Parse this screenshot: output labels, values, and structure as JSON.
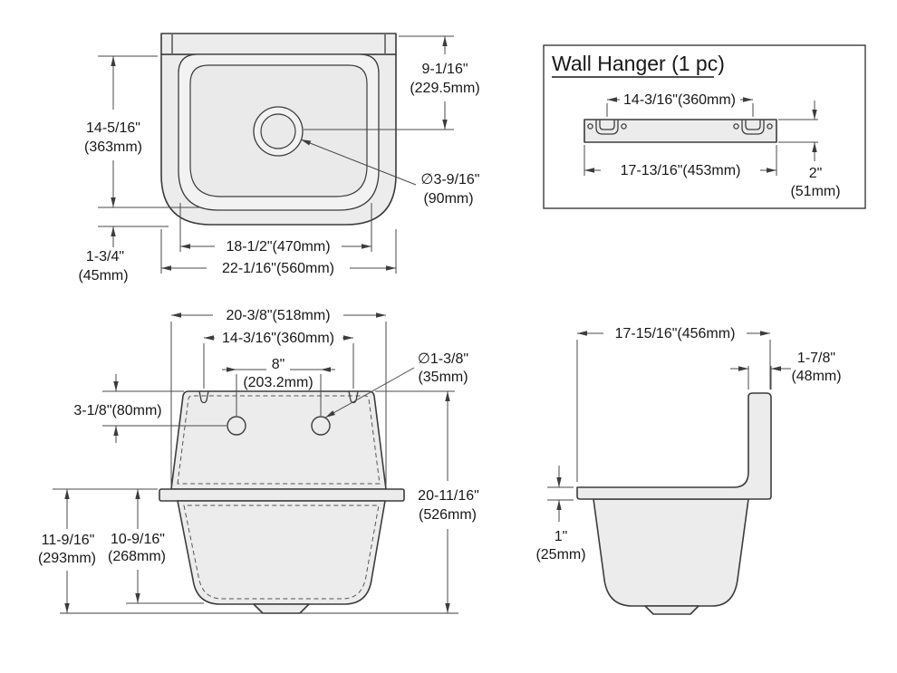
{
  "drawing": {
    "background": "#ffffff",
    "line_color": "#3c3c3c",
    "fill_color": "#ececec"
  },
  "top_view": {
    "overall_width": "22-1/16\"(560mm)",
    "bowl_width": "18-1/2\"(470mm)",
    "overall_depth_in": "14-5/16\"",
    "overall_depth_mm": "(363mm)",
    "drain_offset_in": "9-1/16\"",
    "drain_offset_mm": "(229.5mm)",
    "drain_diameter_in": "∅3-9/16\"",
    "drain_diameter_mm": "(90mm)",
    "front_rim_in": "1-3/4\"",
    "front_rim_mm": "(45mm)"
  },
  "wall_hanger": {
    "title": "Wall Hanger (1 pc)",
    "hole_spacing": "14-3/16\"(360mm)",
    "overall_length": "17-13/16\"(453mm)",
    "height_in": "2\"",
    "height_mm": "(51mm)"
  },
  "front_view": {
    "top_width": "20-3/8\"(518mm)",
    "hanger_slot_spacing": "14-3/16\"(360mm)",
    "faucet_hole_spacing_in": "8\"",
    "faucet_hole_spacing_mm": "(203.2mm)",
    "faucet_hole_diameter_in": "∅1-3/8\"",
    "faucet_hole_diameter_mm": "(35mm)",
    "hole_drop": "3-1/8\"(80mm)",
    "overall_height_in": "20-11/16\"",
    "overall_height_mm": "(526mm)",
    "rim_to_floor_in": "11-9/16\"",
    "rim_to_floor_mm": "(293mm)",
    "bowl_depth_in": "10-9/16\"",
    "bowl_depth_mm": "(268mm)"
  },
  "side_view": {
    "overall_depth": "17-15/16\"(456mm)",
    "backsplash_thickness_in": "1-7/8\"",
    "backsplash_thickness_mm": "(48mm)",
    "rim_thickness_in": "1\"",
    "rim_thickness_mm": "(25mm)"
  }
}
